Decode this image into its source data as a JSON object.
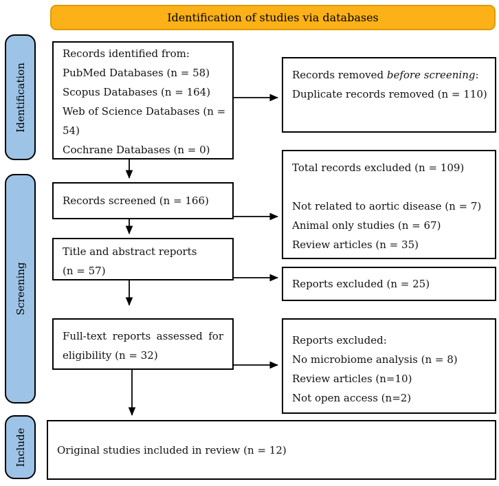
{
  "banner": {
    "title": "Identification of studies via databases"
  },
  "stages": [
    {
      "id": "identification",
      "label": "Identification"
    },
    {
      "id": "screening",
      "label": "Screening"
    },
    {
      "id": "include",
      "label": "Include"
    }
  ],
  "colors": {
    "banner_fill": "#FBB117",
    "banner_border": "#DE9A00",
    "stage_fill": "#9DC3E6",
    "box_border": "#000000"
  },
  "boxes": {
    "records_identified": {
      "lines": [
        "Records identified from:",
        "PubMed Databases (n = 58)",
        "Scopus Databases (n = 164)",
        "Web of Science Databases (n =",
        "54)",
        "Cochrane Databases (n = 0)"
      ]
    },
    "records_removed": {
      "prefix": "Records removed ",
      "italic": "before screening",
      "suffix": ":",
      "line2": "Duplicate records removed (n = 110)"
    },
    "records_screened": {
      "line": "Records screened (n = 166)"
    },
    "total_excluded": {
      "lines": [
        "Total records excluded (n = 109)",
        "",
        "Not related to aortic disease (n = 7)",
        "Animal only studies (n = 67)",
        "Review articles (n = 35)"
      ]
    },
    "title_abstract": {
      "lines": [
        "Title and abstract reports",
        "(n = 57)"
      ]
    },
    "reports_excluded_screening": {
      "line": "Reports excluded (n = 25)"
    },
    "fulltext_assessed": {
      "lines": [
        "Full-text reports assessed for",
        "eligibility (n = 32)"
      ]
    },
    "reports_excluded_eligibility": {
      "lines": [
        "Reports excluded:",
        "No microbiome analysis (n = 8)",
        "Review articles (n=10)",
        "Not open access (n=2)"
      ]
    },
    "included": {
      "line": "Original studies included in review (n = 12)"
    }
  }
}
